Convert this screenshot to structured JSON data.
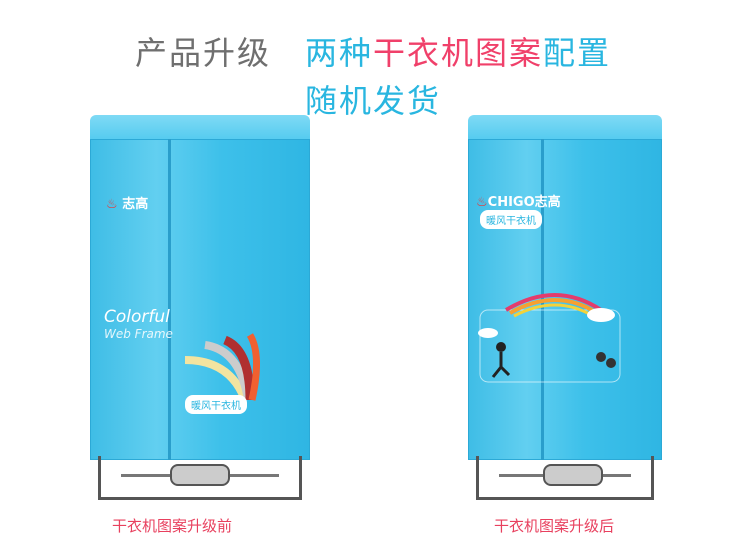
{
  "headline": {
    "part1": "产品升级",
    "part2": "两种",
    "part3": "干衣机图案",
    "part4": "配置",
    "line2": "随机发货"
  },
  "left_product": {
    "logo": "志高",
    "title": "Colorful",
    "subtitle": "Web Frame",
    "badge": "暖风干衣机",
    "caption": "干衣机图案升级前"
  },
  "right_product": {
    "logo_brand": "CHIGO",
    "logo_cn": "志高",
    "badge": "暖风干衣机",
    "caption": "干衣机图案升级后"
  },
  "colors": {
    "blue": "#29b6e0",
    "pink": "#f0406a",
    "gray": "#6f6f6f"
  }
}
